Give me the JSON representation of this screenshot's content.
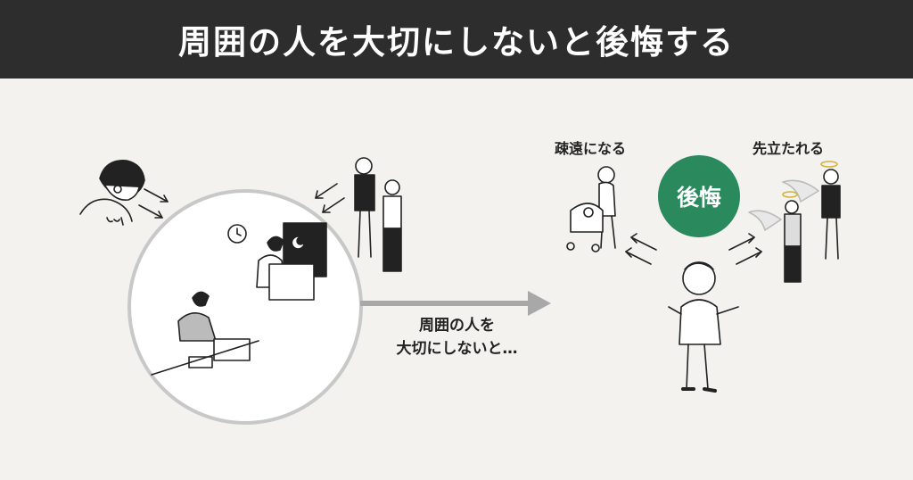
{
  "header": {
    "title": "周囲の人を大切にしないと後悔する"
  },
  "middle": {
    "line1": "周囲の人を",
    "line2": "大切にしないと…"
  },
  "right": {
    "label_left": "疎遠になる",
    "label_right": "先立たれる",
    "badge": "後悔"
  },
  "colors": {
    "header_bg": "#2d2d2d",
    "page_bg": "#f3f2ee",
    "badge_green": "#2a8a5e",
    "arrow_gray": "#a8a8a8"
  }
}
